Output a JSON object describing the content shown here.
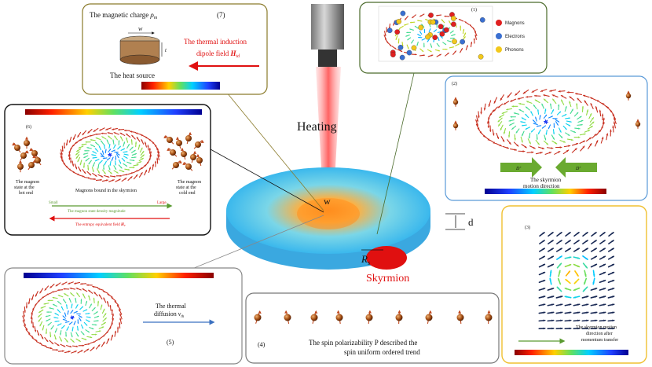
{
  "central": {
    "heating_label": "Heating",
    "width_label": "w",
    "thickness_label": "d",
    "radius_label": "R",
    "radius_sub": "s",
    "skyrmion_label": "Skyrmion"
  },
  "panel7": {
    "number": "(7)",
    "title_text": "The magnetic charge ",
    "title_symbol": "ρ",
    "title_sub": "m",
    "w_label": "w",
    "t_label": "t",
    "heat_source": "The heat source",
    "field_line1": "The thermal induction",
    "field_line2": "dipole field ",
    "field_symbol": "H",
    "field_sub": "td"
  },
  "panel1": {
    "number": "(1)",
    "legend": [
      {
        "label": "Magnons",
        "color": "#e02020"
      },
      {
        "label": "Electrons",
        "color": "#3a6fd0"
      },
      {
        "label": "Phonons",
        "color": "#f2c81c"
      }
    ]
  },
  "panel2": {
    "number": "(2)",
    "d_left": "D",
    "d_right": "D",
    "motion_line1": "The skyrmion",
    "motion_line2": "motion direction"
  },
  "panel6": {
    "number": "(6)",
    "hot_end_lines": [
      "The magnon",
      "state at the",
      "hot end"
    ],
    "bound_label": "Magnons bound in the skyrmion",
    "cold_end_lines": [
      "The magnon",
      "state at the",
      "cold end"
    ],
    "small_label": "Small",
    "large_label": "Large",
    "density_label": "The magnon state density magnitude",
    "entropy_text": "The entropy equivalent field ",
    "entropy_symbol": "H",
    "entropy_sub": "e"
  },
  "panel5": {
    "number": "(5)",
    "diffusion_line1": "The thermal",
    "diffusion_line2": "diffusion ",
    "diffusion_symbol": "v",
    "diffusion_sub": "th"
  },
  "panel4": {
    "number": "(4)",
    "caption_line1": "The spin polarizability P described the",
    "caption_line2": "spin uniform ordered trend"
  },
  "panel3": {
    "number": "(3)",
    "caption_line1": "The skyrmion motion",
    "caption_line2": "direction after",
    "caption_line3": "momentum transfer"
  },
  "colors": {
    "panel7_border": "#8a7a2a",
    "panel1_border": "#4a6a2a",
    "panel2_border": "#5a9ad8",
    "panel6_border": "#111111",
    "panel5_border": "#888888",
    "panel4_border": "#777777",
    "panel3_border": "#f0c030",
    "skyrmion_red": "#e01010",
    "field_red": "#e01010",
    "motion_green": "#5a9a30"
  }
}
